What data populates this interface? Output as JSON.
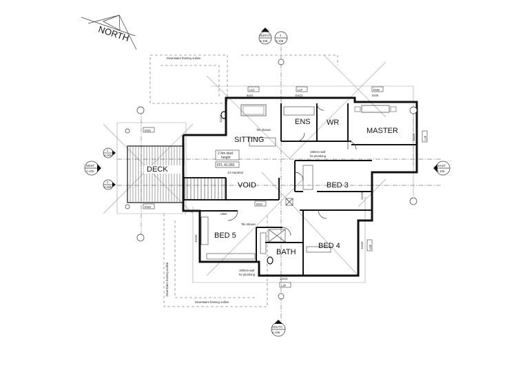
{
  "north_label": "NORTH",
  "rooms": {
    "sitting": "SITTING",
    "ens": "ENS",
    "wr": "WR",
    "master": "MASTER",
    "deck": "DECK",
    "void": "VOID",
    "bed3": "BED 3",
    "bed4": "BED 4",
    "bed5": "BED 5",
    "bath": "BATH"
  },
  "notes": {
    "downstairs_top": "Downstairs framing outline",
    "downstairs_bottom": "Downstairs framing outline",
    "downstairs_side": "Downstairs framing outline",
    "tile_shower_top": "Tile shower",
    "tile_shower_bottom": "Tile shower",
    "plumbing_wall_top_1": "180mm wall",
    "plumbing_wall_top_2": "for plumbing",
    "plumbing_wall_bottom_1": "180mm wall",
    "plumbing_wall_bottom_2": "for plumbing",
    "stud_1": "2.4m stud",
    "stud_2": "height",
    "ffl": "FFL 41.060",
    "handrail": "1m Handrail",
    "lbw": "LBW"
  },
  "section_markers": {
    "north": {
      "title": "NORTH",
      "ref": "A-106",
      "num": "4",
      "ref2": "A-106"
    },
    "west": {
      "title": "WEST",
      "ref": "A-105"
    },
    "east": {
      "title": "EAST",
      "ref": "A-105"
    },
    "south": {
      "title": "SOUTH",
      "ref": "A-106"
    },
    "west_1": {
      "num": "1",
      "ref": "A-200"
    },
    "west_2": {
      "num": "2",
      "ref": "A-200"
    }
  },
  "tags": {
    "eng": "ENG",
    "l1c": "L1C",
    "l1f": "L1F",
    "l3f": "L3F",
    "window_6x24": "6x24",
    "window_10x12": "10x12",
    "window_6x26": "6x26",
    "window_12x12": "12x12",
    "window_14x24": "14x24",
    "window_14x24b": "14x24",
    "window_10x20": "10x20",
    "window_12x16": "12x16",
    "window_14x26": "14x26",
    "l2f": "L2F",
    "l6f": "L6F"
  }
}
